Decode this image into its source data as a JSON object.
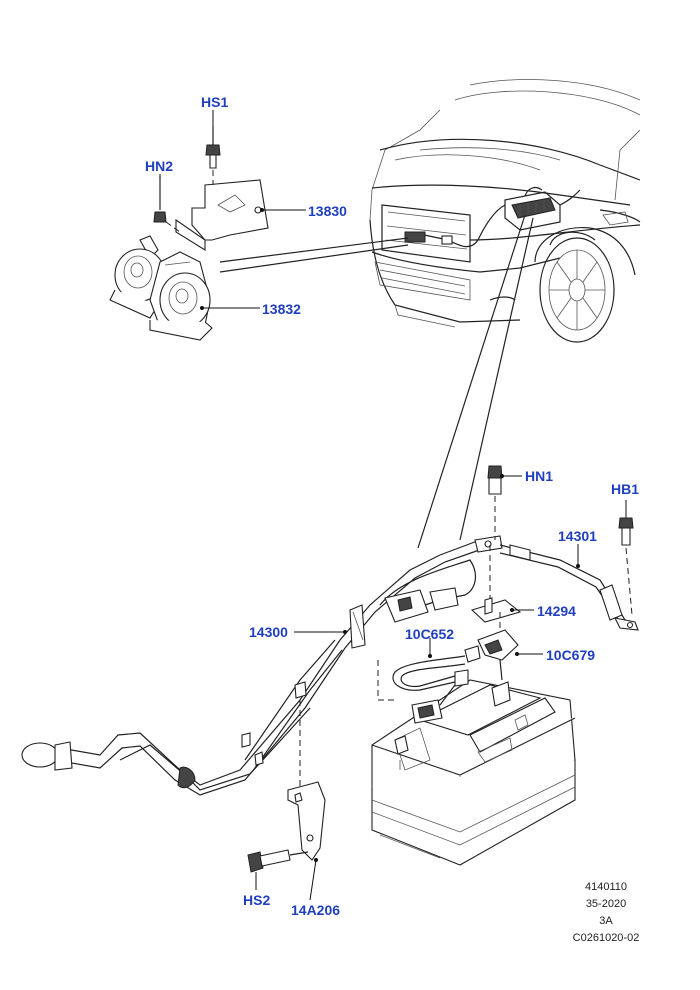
{
  "callouts": {
    "hs1": "HS1",
    "hn2": "HN2",
    "p13830": "13830",
    "p13832": "13832",
    "hn1": "HN1",
    "hb1": "HB1",
    "p14301": "14301",
    "p14300": "14300",
    "p14294": "14294",
    "c10c652": "10C652",
    "c10c679": "10C679",
    "hs2": "HS2",
    "p14a206": "14A206"
  },
  "info_block": {
    "line1": "4140110",
    "line2": "35-2020",
    "line3": "3A",
    "line4": "C0261020-02"
  },
  "colors": {
    "callout_text": "#1f3fbf",
    "linework": "#222222"
  },
  "icons": [
    "vehicle-outline",
    "horn-assembly",
    "battery",
    "cable-harness",
    "bolt",
    "nut",
    "bracket"
  ]
}
